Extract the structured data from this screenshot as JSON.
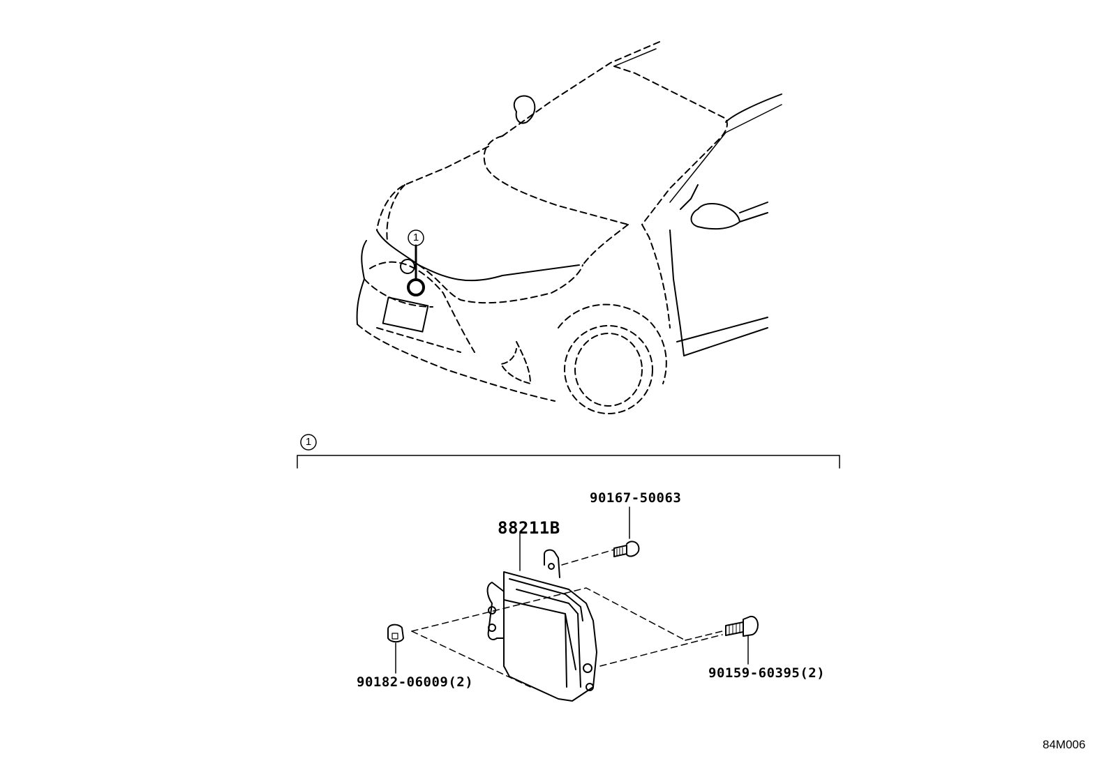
{
  "diagram": {
    "vehicle_callout": "1",
    "section_callout": "1",
    "parts": {
      "main_unit": "88211B",
      "bolt_top": "90167-50063",
      "nut_left": "90182-06009(2)",
      "bolt_right": "90159-60395(2)"
    },
    "illustration_code": "84M006"
  }
}
